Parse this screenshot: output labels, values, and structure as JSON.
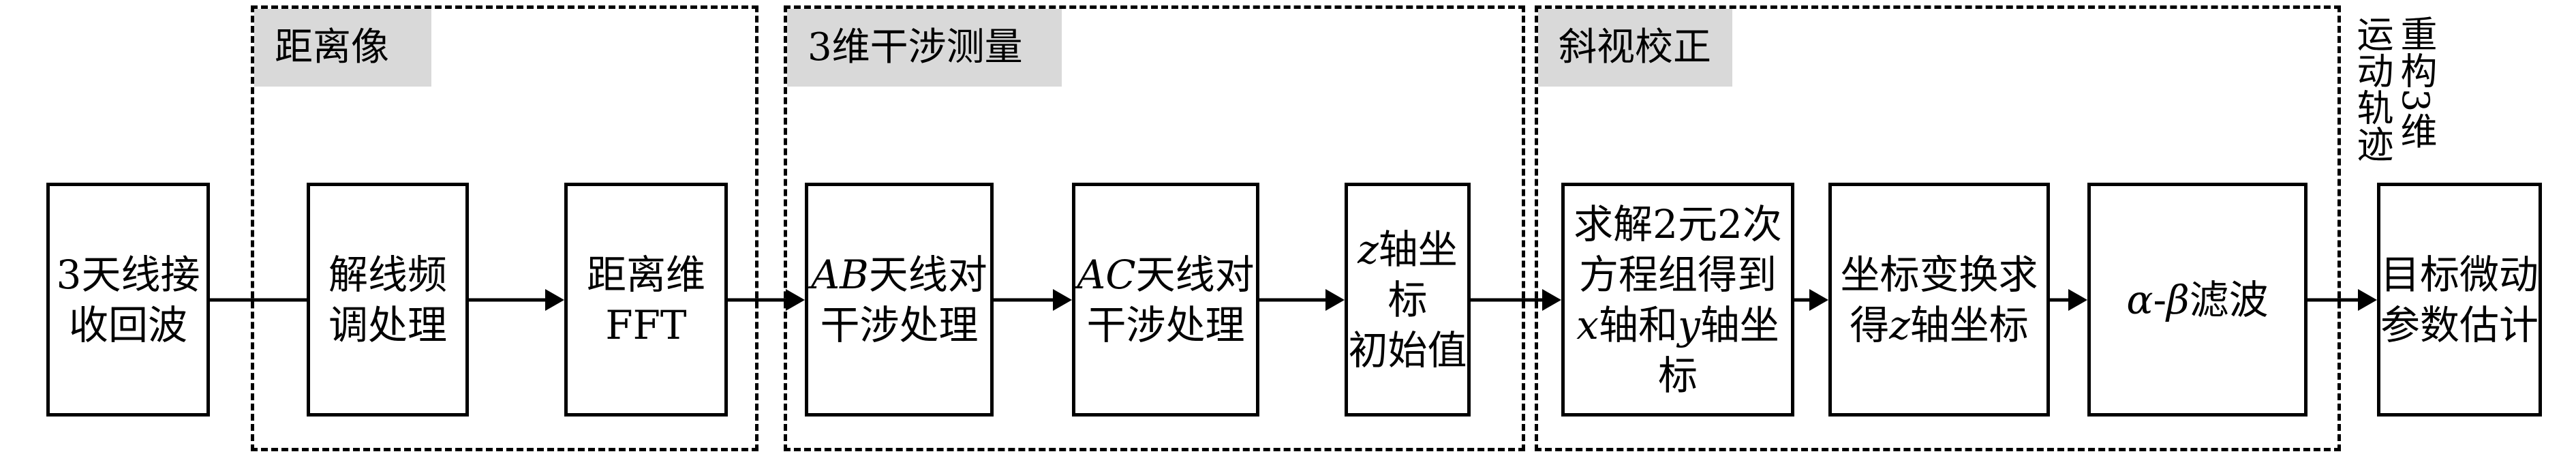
{
  "groups": [
    {
      "label": "距离像"
    },
    {
      "label": "3维干涉测量"
    },
    {
      "label": "斜视校正"
    }
  ],
  "side_label": "重构3维\n运动轨迹",
  "boxes": [
    {
      "text": "3天线接\n收回波"
    },
    {
      "text": "解线频\n调处理"
    },
    {
      "text": "距离维\nFFT"
    },
    {
      "text_a": "AB",
      "text_b": "天线对\n干涉处理"
    },
    {
      "text_a": "AC",
      "text_b": "天线对\n干涉处理"
    },
    {
      "text_a": "z",
      "text_b": "轴坐标\n初始值"
    },
    {
      "text_1": "求解2元2次\n方程组得到\n",
      "var_x": "x",
      "text_2": "轴和",
      "var_y": "y",
      "text_3": "轴坐\n标"
    },
    {
      "text_1": "坐标变换求\n得",
      "var_z": "z",
      "text_2": "轴坐标"
    },
    {
      "var_a": "α",
      "text_1": "-",
      "var_b": "β",
      "text_2": "滤波"
    },
    {
      "text": "目标微动\n参数估计"
    }
  ]
}
